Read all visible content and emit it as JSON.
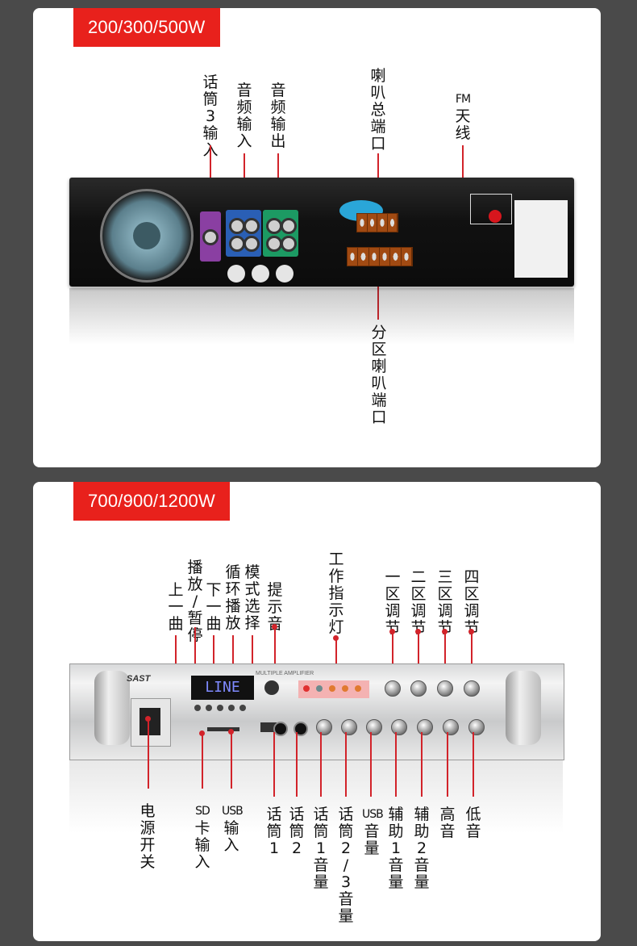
{
  "colors": {
    "accent": "#e8211c",
    "leader": "#d2232a",
    "background": "#4a4a4a"
  },
  "panel1": {
    "tag": "200/300/500W",
    "labels": {
      "mic3_in": "话筒3输入",
      "audio_in": "音频输入",
      "audio_out": "音频输出",
      "speaker_total": "喇叭总端口",
      "fm_antenna": "FM天线",
      "zone_speaker": "分区喇叭端口"
    }
  },
  "panel2": {
    "tag": "700/900/1200W",
    "display_text": "LINE",
    "top_labels": {
      "prev": "上一曲",
      "play_pause": "播放/暂停",
      "next": "下一曲",
      "loop": "循环播放",
      "mode": "模式选择",
      "tone": "提示音",
      "indicator": "工作指示灯",
      "zone1": "一区调节",
      "zone2": "二区调节",
      "zone3": "三区调节",
      "zone4": "四区调节"
    },
    "bottom_labels": {
      "power": "电源开关",
      "sd": "SD卡输入",
      "usb": "USB输入",
      "mic1": "话筒1",
      "mic2": "话筒2",
      "mic1_vol": "话筒1音量",
      "mic23_vol": "话筒2/3音量",
      "usb_vol": "USB音量",
      "aux1_vol": "辅助1音量",
      "aux2_vol": "辅助2音量",
      "treble": "高音",
      "bass": "低音"
    }
  }
}
